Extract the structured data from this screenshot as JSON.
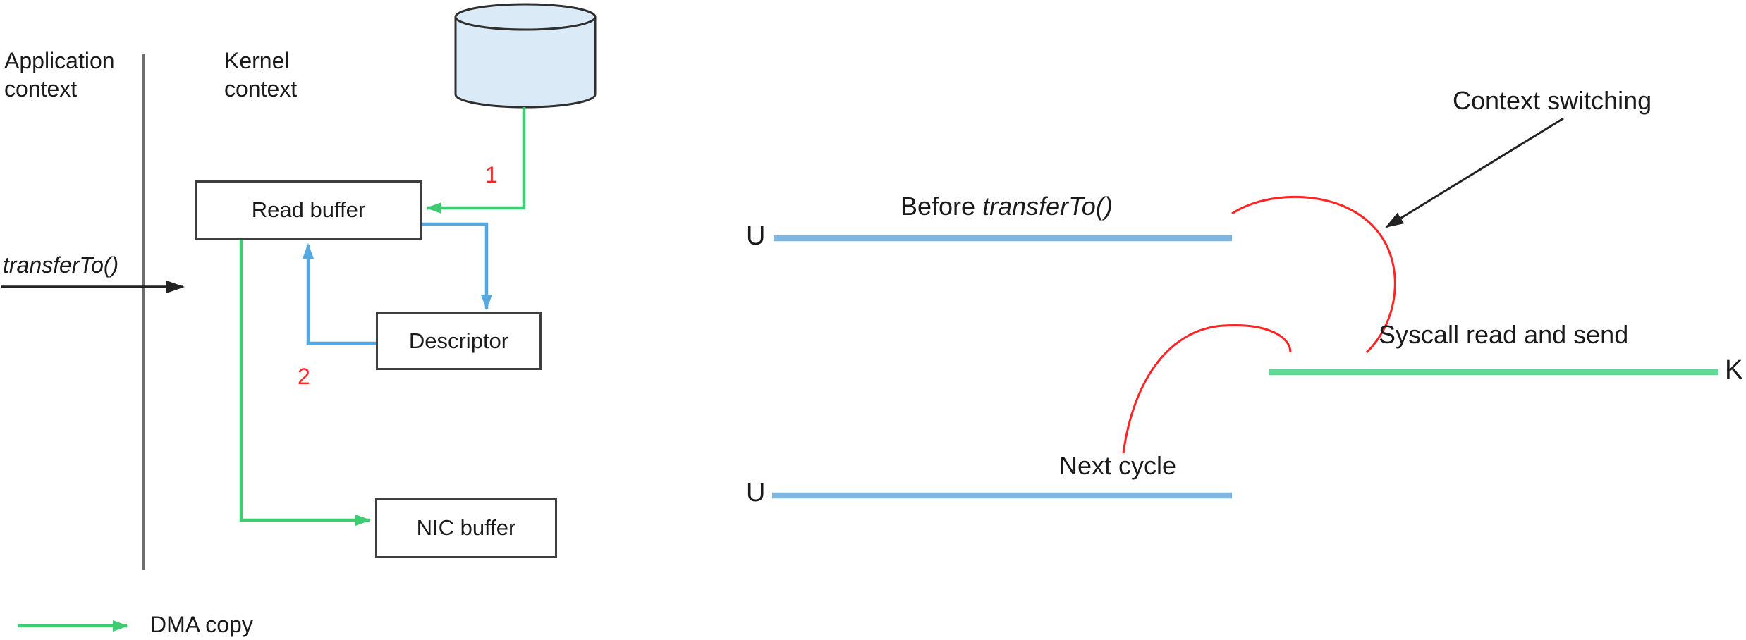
{
  "diagram": {
    "left": {
      "app_context_label": "Application\ncontext",
      "kernel_context_label": "Kernel\ncontext",
      "transfer_to_label": "transferTo()",
      "boxes": {
        "read_buffer": "Read buffer",
        "descriptor": "Descriptor",
        "nic_buffer": "NIC buffer"
      },
      "step_1": "1",
      "step_2": "2",
      "legend": {
        "dma_copy": "DMA copy"
      }
    },
    "right": {
      "context_switching": "Context switching",
      "before_prefix": "Before ",
      "before_italic": "transferTo()",
      "syscall_label": "Syscall read and send",
      "next_cycle": "Next cycle",
      "user_label_1": "U",
      "user_label_2": "U",
      "kernel_label": "K"
    },
    "colors": {
      "green": "#3ecb72",
      "blue": "#55a8e2",
      "timeline_blue": "#7db7e2",
      "timeline_green": "#5fd995",
      "red": "#ff2424",
      "divider_gray": "#6e6e6e",
      "box_border": "#3f3f3f",
      "cylinder_fill": "#daeaf7"
    }
  }
}
